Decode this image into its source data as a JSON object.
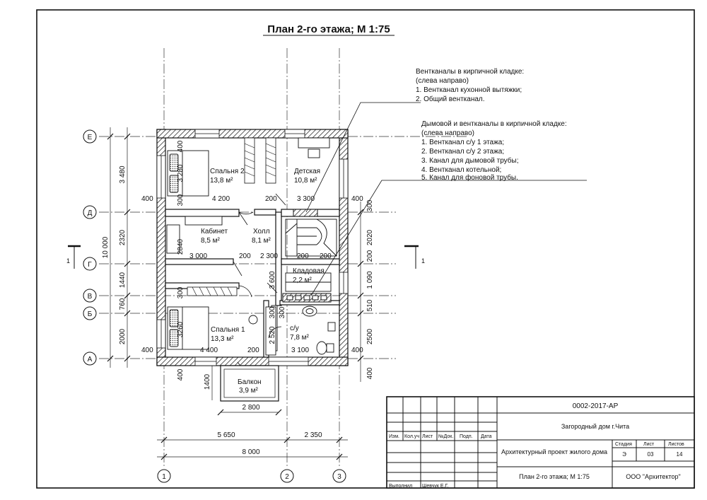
{
  "title": "План 2-го этажа; М 1:75",
  "axes_rows": [
    "Е",
    "Д",
    "Г",
    "В",
    "Б",
    "А"
  ],
  "axes_cols": [
    "1",
    "2",
    "3"
  ],
  "section_marks": [
    "1",
    "1"
  ],
  "rooms": [
    {
      "name": "Спальня 2",
      "area": "13,8 м²"
    },
    {
      "name": "Детская",
      "area": "10,8 м²"
    },
    {
      "name": "Кабинет",
      "area": "8,5 м²"
    },
    {
      "name": "Холл",
      "area": "8,1 м²"
    },
    {
      "name": "Кладовая",
      "area": "2,2 м²"
    },
    {
      "name": "Спальня 1",
      "area": "13,3 м²"
    },
    {
      "name": "с/у",
      "area": "7,8 м²"
    },
    {
      "name": "Балкон",
      "area": "3,9 м²"
    }
  ],
  "notes": [
    {
      "lines": [
        "Вентканалы в кирпичной кладке:",
        "(слева направо)",
        "1. Вентканал кухонной вытяжки;",
        "2. Общий вентканал."
      ]
    },
    {
      "lines": [
        "Дымовой и вентканалы в кирпичной кладке:",
        "(слева направо)",
        "1. Вентканал с/у 1 этажа;",
        "2. Вентканал с/у 2 этажа;",
        "3. Канал для дымовой трубы;",
        "4. Вентканал котельной;",
        "5. Канал для фоновой трубы."
      ]
    }
  ],
  "dimensions": {
    "left_outer": [
      "10 000"
    ],
    "left_inner": [
      "3 480",
      "2320",
      "1440",
      "760",
      "2000"
    ],
    "right": [
      "300",
      "2020",
      "200",
      "1 090",
      "510",
      "2500",
      "400"
    ],
    "bottom_chain": [
      "5 650",
      "2 350"
    ],
    "bottom_total": "8 000",
    "balcony_width": "2 800",
    "balcony_depth": "1400",
    "interior": [
      "400",
      "4 200",
      "200",
      "3 300",
      "400",
      "400",
      "3 280",
      "300",
      "300",
      "3 000",
      "200",
      "2 300",
      "200",
      "200",
      "2840",
      "3 600",
      "300",
      "300",
      "3260",
      "400",
      "4 400",
      "200",
      "2 520",
      "3 100",
      "400",
      "400"
    ]
  },
  "stamp": {
    "code": "0002-2017-АР",
    "object": "Загородный дом г.Чита",
    "project": "Архитектурный проект жилого дома",
    "sheet_title": "План 2-го этажа; М 1:75",
    "org": "ООО \"Архитектор\"",
    "headers": [
      "Изм.",
      "Кол.уч",
      "Лист",
      "№Док.",
      "Подп.",
      "Дата"
    ],
    "stage_label": "Стадия",
    "sheet_label": "Лист",
    "sheets_label": "Листов",
    "stage": "Э",
    "sheet": "03",
    "sheets": "14",
    "role": "Выполнил",
    "person": "Шевчук Е.Г."
  }
}
